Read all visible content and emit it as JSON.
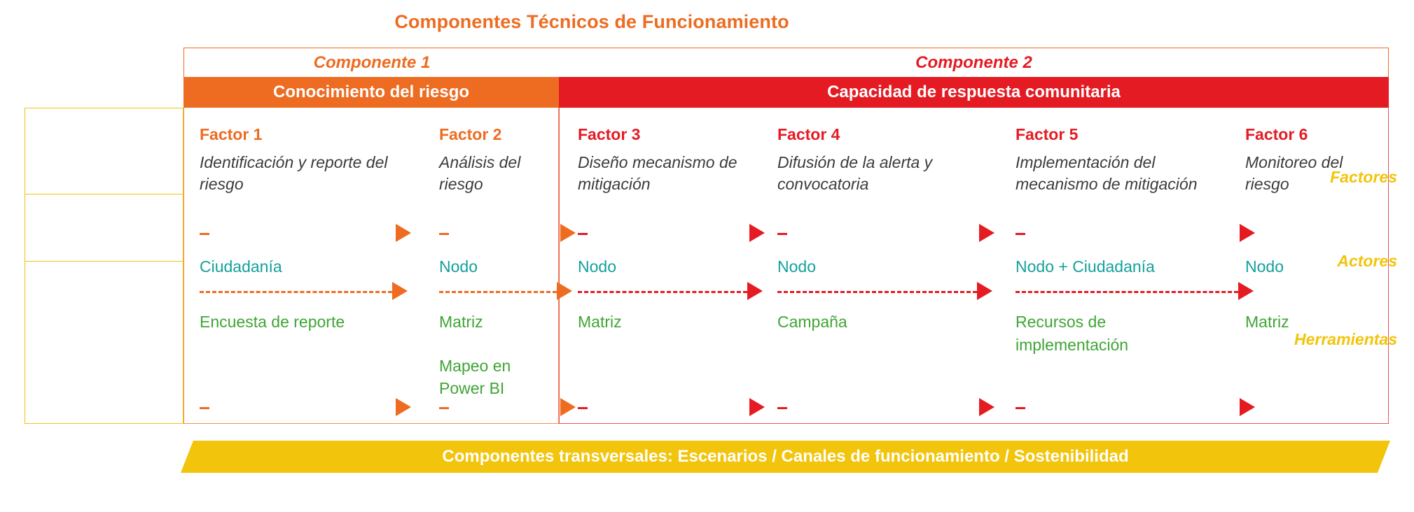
{
  "title": "Componentes Técnicos de Funcionamiento",
  "colors": {
    "orange": "#ED6C21",
    "red": "#E51B23",
    "yellow": "#F2C40C",
    "teal": "#14A09B",
    "green": "#3FA535",
    "dark": "#3C3C3B"
  },
  "components": [
    {
      "label": "Componente 1",
      "name": "Conocimiento del riesgo",
      "color": "#ED6C21"
    },
    {
      "label": "Componente 2",
      "name": "Capacidad de respuesta comunitaria",
      "color": "#E51B23"
    }
  ],
  "row_labels": [
    {
      "label": "Factores"
    },
    {
      "label": "Actores"
    },
    {
      "label": "Herramientas"
    }
  ],
  "factors": [
    {
      "number": "Factor 1",
      "description": "Identificación y reporte del riesgo",
      "actor": "Ciudadanía",
      "tools": [
        "Encuesta de reporte"
      ],
      "accent": "#ED6C21"
    },
    {
      "number": "Factor 2",
      "description": "Análisis del riesgo",
      "actor": "Nodo",
      "tools": [
        "Matriz",
        "Mapeo en Power BI"
      ],
      "accent": "#ED6C21"
    },
    {
      "number": "Factor 3",
      "description": "Diseño mecanismo de mitigación",
      "actor": "Nodo",
      "tools": [
        "Matriz"
      ],
      "accent": "#E51B23"
    },
    {
      "number": "Factor 4",
      "description": "Difusión de la alerta y convocatoria",
      "actor": "Nodo",
      "tools": [
        "Campaña"
      ],
      "accent": "#E51B23"
    },
    {
      "number": "Factor 5",
      "description": "Implementación del mecanismo de mitigación",
      "actor": "Nodo + Ciudadanía",
      "tools": [
        "Recursos de implementación"
      ],
      "accent": "#E51B23"
    },
    {
      "number": "Factor 6",
      "description": "Monitoreo del riesgo",
      "actor": "Nodo",
      "tools": [
        "Matriz"
      ],
      "accent": "#E51B23"
    }
  ],
  "footer": {
    "text": "Componentes transversales: Escenarios / Canales de funcionamiento / Sostenibilidad"
  }
}
